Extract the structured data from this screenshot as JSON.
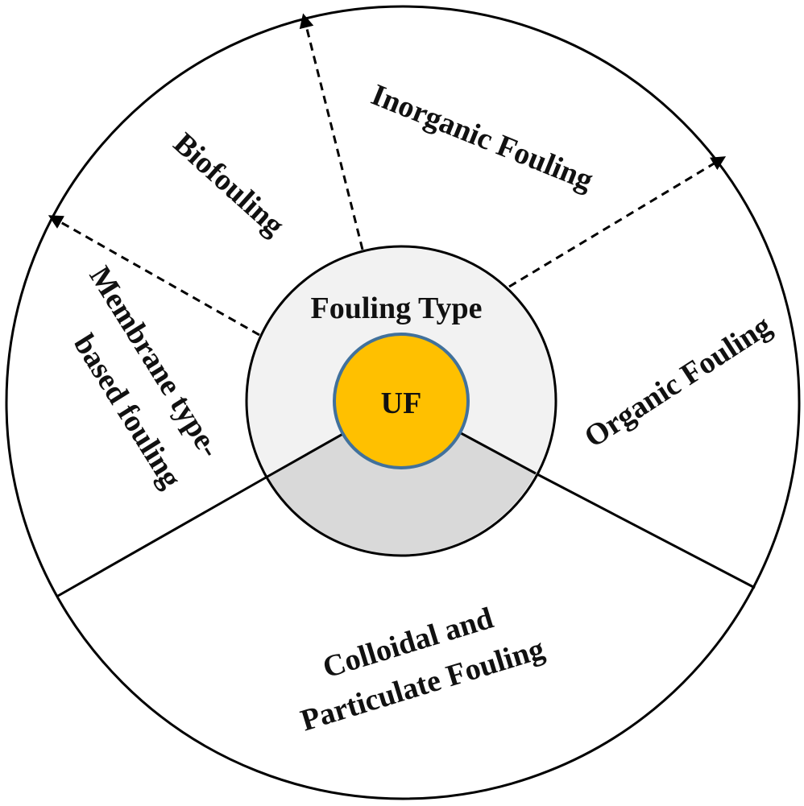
{
  "diagram": {
    "center_label": "UF",
    "hub_label": "Fouling Type",
    "segments": {
      "inorganic": "Inorganic Fouling",
      "biofouling": "Biofouling",
      "organic": "Organic Fouling",
      "membrane_line1": "Membrane type-",
      "membrane_line2": "based fouling",
      "colloidal_line1": "Colloidal and",
      "colloidal_line2": "Particulate Fouling"
    }
  },
  "colors": {
    "outer_fill": "#ffffff",
    "hub_fill": "#f2f2f2",
    "hub_lower_fill": "#d9d9d9",
    "center_fill": "#ffc000",
    "center_stroke": "#41719c",
    "line": "#000000"
  }
}
